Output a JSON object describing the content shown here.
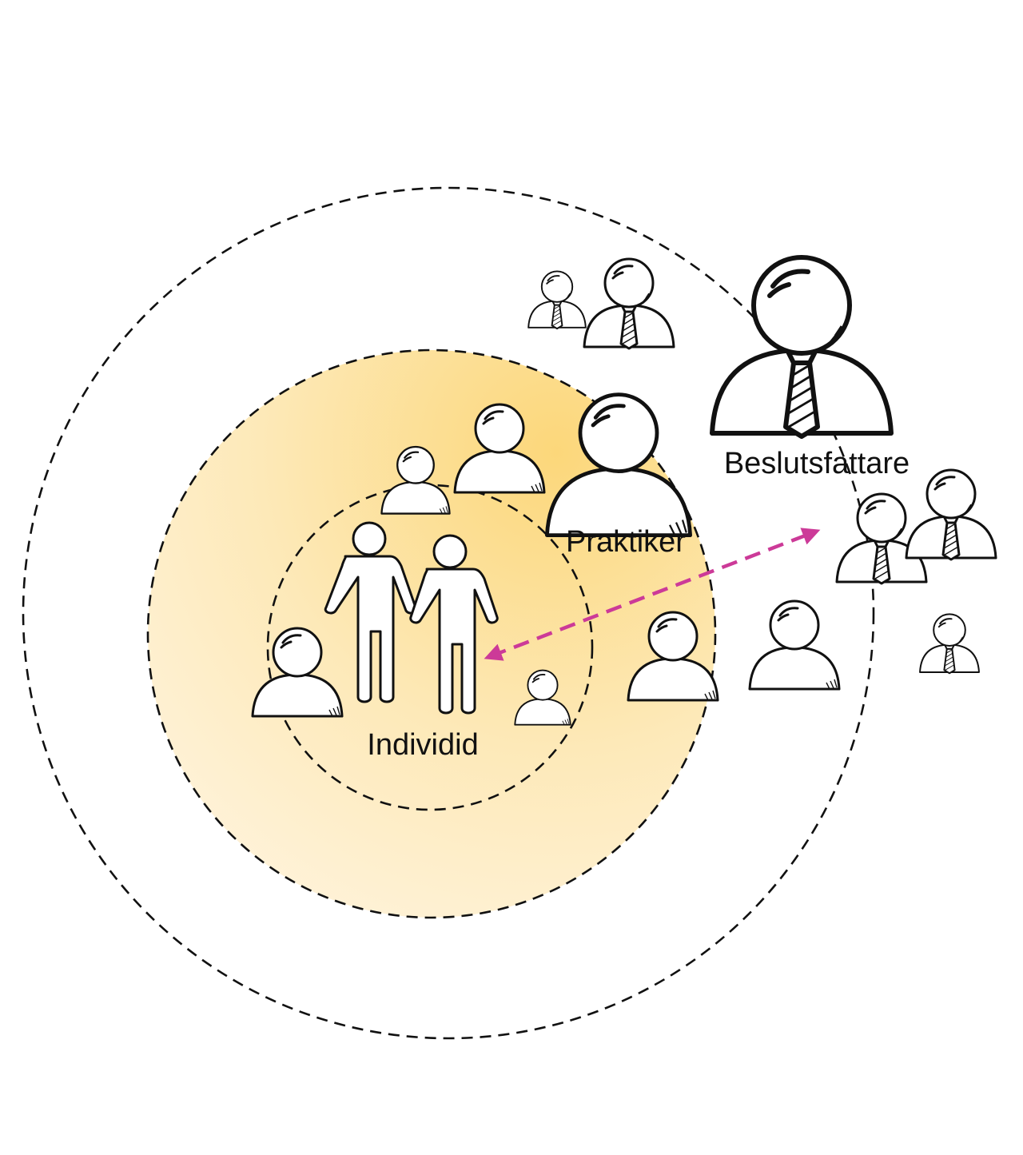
{
  "labels": {
    "individual": "Individid",
    "practitioner": "Praktiker",
    "decision_maker": "Beslutsfattare"
  },
  "colors": {
    "fill_inner": "#fde9b8",
    "fill_outer": "#fff3d9",
    "arrow": "#cc3a98",
    "ink": "#111111"
  },
  "icons": [
    "couple-icon",
    "person-icon",
    "person-with-tie-icon",
    "double-arrow-icon"
  ]
}
